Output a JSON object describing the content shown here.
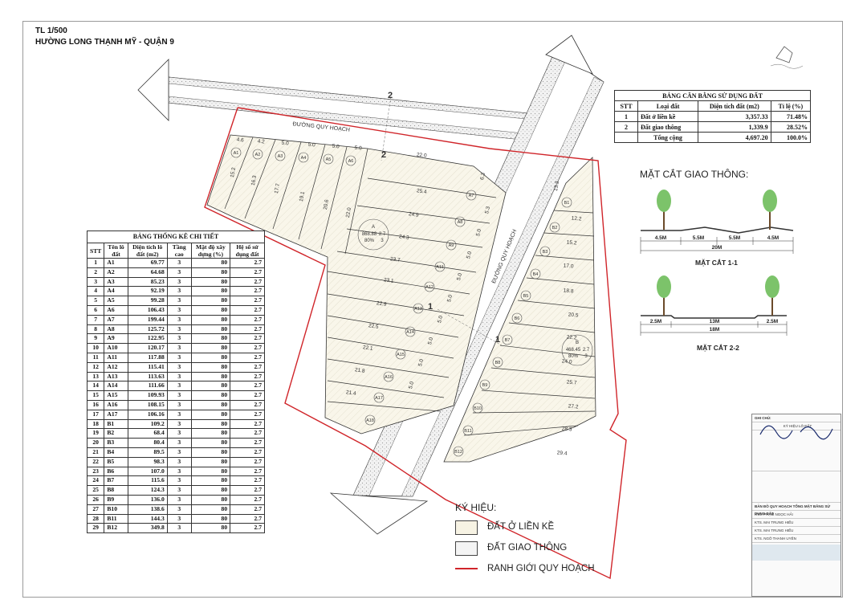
{
  "header": {
    "title_line1": "TL 1/500",
    "title_line2": "HƯỜNG LONG THẠNH MỸ - QUẬN 9"
  },
  "map": {
    "road_top_label": "ĐƯỜNG QUY HOẠCH",
    "road_diag_label": "ĐƯỜNG QUY HOẠCH",
    "top_dims": [
      "4.6",
      "4.2",
      "5.0",
      "5.0",
      "5.0",
      "5.0",
      "22.0"
    ],
    "lotsA_top": [
      "A1",
      "A2",
      "A3",
      "A4",
      "A5",
      "A6"
    ],
    "lotsA_top_depths": [
      "15.2",
      "16.3",
      "17.7",
      "19.1",
      "20.6",
      "22.0"
    ],
    "lotsA_side": [
      "A7",
      "A8",
      "A9",
      "A11",
      "A12",
      "A13",
      "A14",
      "A15",
      "A16",
      "A17",
      "A18"
    ],
    "lotsA_side_widths": [
      "25.4",
      "24.9",
      "24.3",
      "23.7",
      "23.1",
      "22.9",
      "22.5",
      "22.1",
      "21.8",
      "21.4"
    ],
    "lotsB": [
      "B1",
      "B2",
      "B3",
      "B4",
      "B5",
      "B6",
      "B7",
      "B8",
      "B9",
      "B10",
      "B11",
      "B12"
    ],
    "lotsB_widths": [
      "12.2",
      "15.2",
      "17.0",
      "18.8",
      "20.5",
      "22.2",
      "24.0",
      "25.7",
      "27.2",
      "28.3",
      "29.4"
    ],
    "side_dims": [
      "5.0",
      "5.0",
      "5.0",
      "5.0",
      "5.0",
      "5.0",
      "5.0",
      "5.0"
    ],
    "misc_dims": [
      "6.3",
      "5.3",
      "13.3"
    ],
    "section_marks": [
      "2",
      "2",
      "1",
      "1"
    ],
    "blockA_bubble": {
      "name": "A",
      "area": "868.88",
      "height": "2.7",
      "density": "80%",
      "floors": "3"
    },
    "blockB_bubble": {
      "name": "B",
      "area": "468.45",
      "height": "2.7",
      "density": "80%",
      "floors": "3"
    }
  },
  "detail_table": {
    "caption": "BẢNG THỐNG KÊ CHI TIẾT",
    "headers": [
      "STT",
      "Tên lô đất",
      "Diện tích lô đất (m2)",
      "Tầng cao",
      "Mật độ xây dựng (%)",
      "Hệ số sử dụng đất"
    ],
    "rows": [
      [
        "1",
        "A1",
        "69.77",
        "3",
        "80",
        "2.7"
      ],
      [
        "2",
        "A2",
        "64.68",
        "3",
        "80",
        "2.7"
      ],
      [
        "3",
        "A3",
        "85.23",
        "3",
        "80",
        "2.7"
      ],
      [
        "4",
        "A4",
        "92.19",
        "3",
        "80",
        "2.7"
      ],
      [
        "5",
        "A5",
        "99.28",
        "3",
        "80",
        "2.7"
      ],
      [
        "6",
        "A6",
        "106.43",
        "3",
        "80",
        "2.7"
      ],
      [
        "7",
        "A7",
        "199.44",
        "3",
        "80",
        "2.7"
      ],
      [
        "8",
        "A8",
        "125.72",
        "3",
        "80",
        "2.7"
      ],
      [
        "9",
        "A9",
        "122.95",
        "3",
        "80",
        "2.7"
      ],
      [
        "10",
        "A10",
        "120.17",
        "3",
        "80",
        "2.7"
      ],
      [
        "11",
        "A11",
        "117.88",
        "3",
        "80",
        "2.7"
      ],
      [
        "12",
        "A12",
        "115.41",
        "3",
        "80",
        "2.7"
      ],
      [
        "13",
        "A13",
        "113.63",
        "3",
        "80",
        "2.7"
      ],
      [
        "14",
        "A14",
        "111.66",
        "3",
        "80",
        "2.7"
      ],
      [
        "15",
        "A15",
        "109.93",
        "3",
        "80",
        "2.7"
      ],
      [
        "16",
        "A16",
        "108.15",
        "3",
        "80",
        "2.7"
      ],
      [
        "17",
        "A17",
        "106.16",
        "3",
        "80",
        "2.7"
      ],
      [
        "18",
        "B1",
        "109.2",
        "3",
        "80",
        "2.7"
      ],
      [
        "19",
        "B2",
        "68.4",
        "3",
        "80",
        "2.7"
      ],
      [
        "20",
        "B3",
        "80.4",
        "3",
        "80",
        "2.7"
      ],
      [
        "21",
        "B4",
        "89.5",
        "3",
        "80",
        "2.7"
      ],
      [
        "22",
        "B5",
        "98.3",
        "3",
        "80",
        "2.7"
      ],
      [
        "23",
        "B6",
        "107.0",
        "3",
        "80",
        "2.7"
      ],
      [
        "24",
        "B7",
        "115.6",
        "3",
        "80",
        "2.7"
      ],
      [
        "25",
        "B8",
        "124.3",
        "3",
        "80",
        "2.7"
      ],
      [
        "26",
        "B9",
        "136.0",
        "3",
        "80",
        "2.7"
      ],
      [
        "27",
        "B10",
        "138.6",
        "3",
        "80",
        "2.7"
      ],
      [
        "28",
        "B11",
        "144.3",
        "3",
        "80",
        "2.7"
      ],
      [
        "29",
        "B12",
        "349.8",
        "3",
        "80",
        "2.7"
      ]
    ]
  },
  "balance_table": {
    "caption": "BẢNG CÂN BẰNG SỬ DỤNG ĐẤT",
    "headers": [
      "STT",
      "Loại đất",
      "Diện tích đất (m2)",
      "Tỉ lệ (%)"
    ],
    "rows": [
      [
        "1",
        "Đất ở liền kề",
        "3,357.33",
        "71.48%"
      ],
      [
        "2",
        "Đất giao thông",
        "1,339.9",
        "28.52%"
      ]
    ],
    "total_label": "Tổng cộng",
    "total_area": "4,697.20",
    "total_pct": "100.0%"
  },
  "sections": {
    "title": "MẶT CẮT GIAO THÔNG:",
    "s1_caption": "MẶT CẮT 1-1",
    "s1_dims": [
      "4.5M",
      "5.5M",
      "5.5M",
      "4.5M"
    ],
    "s1_total": "20M",
    "s2_caption": "MẶT CẮT 2-2",
    "s2_dims": [
      "2.5M",
      "13M",
      "2.5M"
    ],
    "s2_total": "18M"
  },
  "legend": {
    "title": "KÝ HIỆU:",
    "residential": "ĐẤT Ở LIỀN KỀ",
    "traffic": "ĐẤT GIAO THÔNG",
    "boundary": "RANH GIỚI QUY HOẠCH"
  },
  "stamp": {
    "note": "GHI CHÚ:",
    "lot_symbol": "KÝ HIỆU LÔ ĐẤT",
    "project": "BẢN ĐỒ QUY HOẠCH TỔNG MẶT BẰNG SỬ DỤNG ĐẤT",
    "rows": [
      "KTS. PHẠM NGỌC HẢI",
      "KTS. MAI TRUNG HIẾU",
      "KTS. MAI TRUNG HIẾU",
      "KTS. NGÔ THANH UYÊN"
    ]
  },
  "colors": {
    "lot_fill": "#f7f3e4",
    "road_fill": "#f2f2f2",
    "boundary": "#d0252a",
    "line": "#333333"
  }
}
